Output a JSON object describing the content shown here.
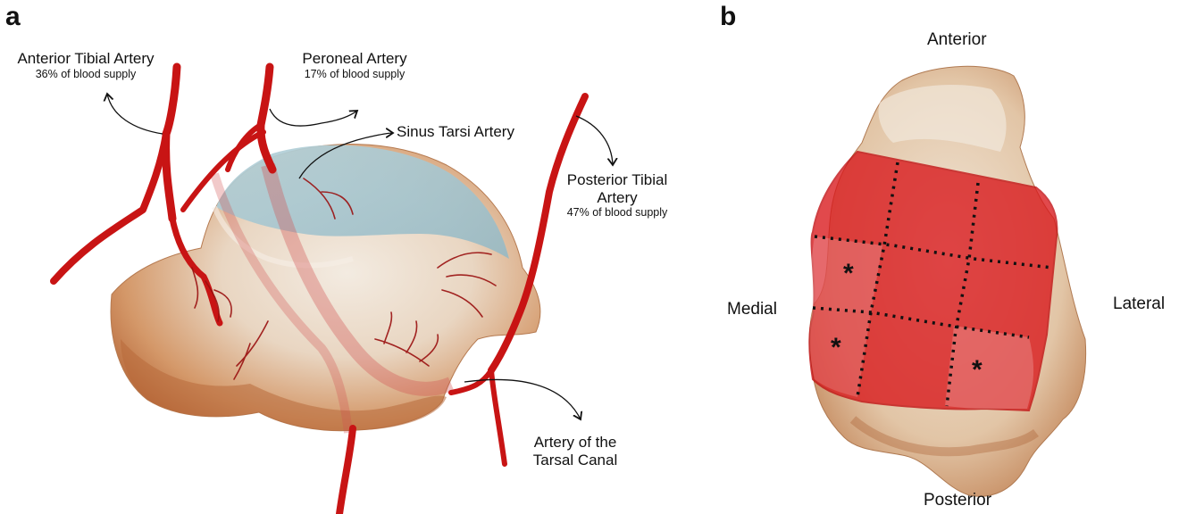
{
  "panel_a": {
    "letter": "a",
    "labels": {
      "anterior_tibial": {
        "name": "Anterior Tibial Artery",
        "supply": "36% of blood supply"
      },
      "peroneal": {
        "name": "Peroneal Artery",
        "supply": "17% of blood supply"
      },
      "sinus_tarsi": {
        "name": "Sinus Tarsi Artery"
      },
      "posterior_tibial": {
        "name_line1": "Posterior Tibial",
        "name_line2": "Artery",
        "supply": "47% of blood supply"
      },
      "tarsal_canal": {
        "name_line1": "Artery of the",
        "name_line2": "Tarsal Canal"
      }
    }
  },
  "panel_b": {
    "letter": "b",
    "orientation": {
      "top": "Anterior",
      "bottom": "Posterior",
      "left": "Medial",
      "right": "Lateral"
    },
    "grid": {
      "rows": 3,
      "cols": 3
    },
    "marker": "*"
  },
  "colors": {
    "artery": "#c81414",
    "bone_light": "#efe2d3",
    "bone_dark": "#c9834f",
    "cartilage": "#a9c6cf",
    "zone_fill": "#d9171b"
  }
}
